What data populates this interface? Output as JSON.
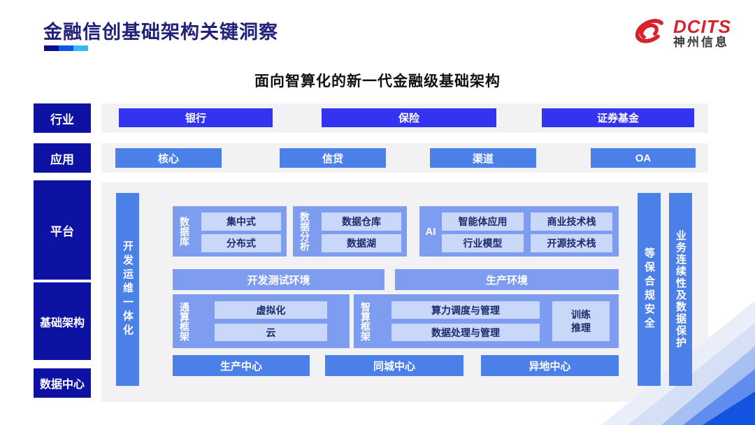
{
  "slide": {
    "title": "金融信创基础架构关键洞察",
    "subtitle": "面向智算化的新一代金融级基础架构"
  },
  "logo": {
    "brand": "DCITS",
    "company": "神州信息"
  },
  "layers": {
    "industry": {
      "label": "行业",
      "items": [
        "银行",
        "保险",
        "证券基金"
      ]
    },
    "application": {
      "label": "应用",
      "items": [
        "核心",
        "信贷",
        "渠道",
        "OA"
      ]
    },
    "platform_label": "平台",
    "infrastructure_label": "基础架构",
    "datacenter_label": "数据中心"
  },
  "platform": {
    "devops_bar": "开发运维一体化",
    "database": {
      "label": "数据库",
      "items": [
        "集中式",
        "分布式"
      ]
    },
    "analytics": {
      "label": "数据分析",
      "items": [
        "数据仓库",
        "数据湖"
      ]
    },
    "ai": {
      "label": "AI",
      "items": [
        "智能体应用",
        "商业技术栈",
        "行业模型",
        "开源技术栈"
      ]
    },
    "environments": [
      "开发测试环境",
      "生产环境"
    ],
    "general_framework": {
      "label": "通算框架",
      "items": [
        "虚拟化",
        "云"
      ]
    },
    "intelligent_framework": {
      "label": "智算框架",
      "items": [
        "算力调度与管理",
        "数据处理与管理"
      ],
      "side_item": "训练\n推理"
    },
    "centers": [
      "生产中心",
      "同城中心",
      "异地中心"
    ],
    "security_bar": "等保合规安全",
    "continuity_bar": "业务连续性及数据保护"
  },
  "colors": {
    "title_navy": "#23217A",
    "label_navy": "#0E12A2",
    "industry_blue": "#3433F0",
    "primary_blue": "#4C80E9",
    "panel_blue": "#7E9DF0",
    "chip_blue": "#C9D8F9",
    "brand_red": "#D7222C",
    "strip_gray": "#F2F2F4"
  }
}
